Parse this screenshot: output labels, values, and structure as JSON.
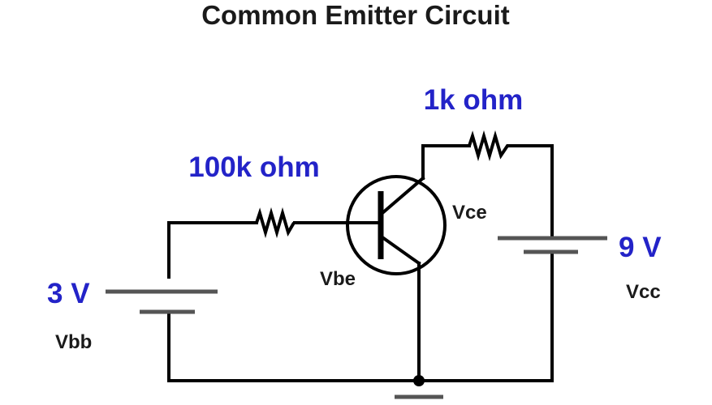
{
  "title": "Common Emitter Circuit",
  "labels": {
    "base_resistor": "100k ohm",
    "collector_resistor": "1k ohm",
    "base_supply_value": "3 V",
    "base_supply_name": "Vbb",
    "collector_supply_value": "9 V",
    "collector_supply_name": "Vcc",
    "vce": "Vce",
    "vbe": "Vbe"
  },
  "colors": {
    "value_labels": "#2323c8",
    "name_labels": "#1a1a1a",
    "wires": "#000000",
    "battery_plates": "#555555"
  }
}
